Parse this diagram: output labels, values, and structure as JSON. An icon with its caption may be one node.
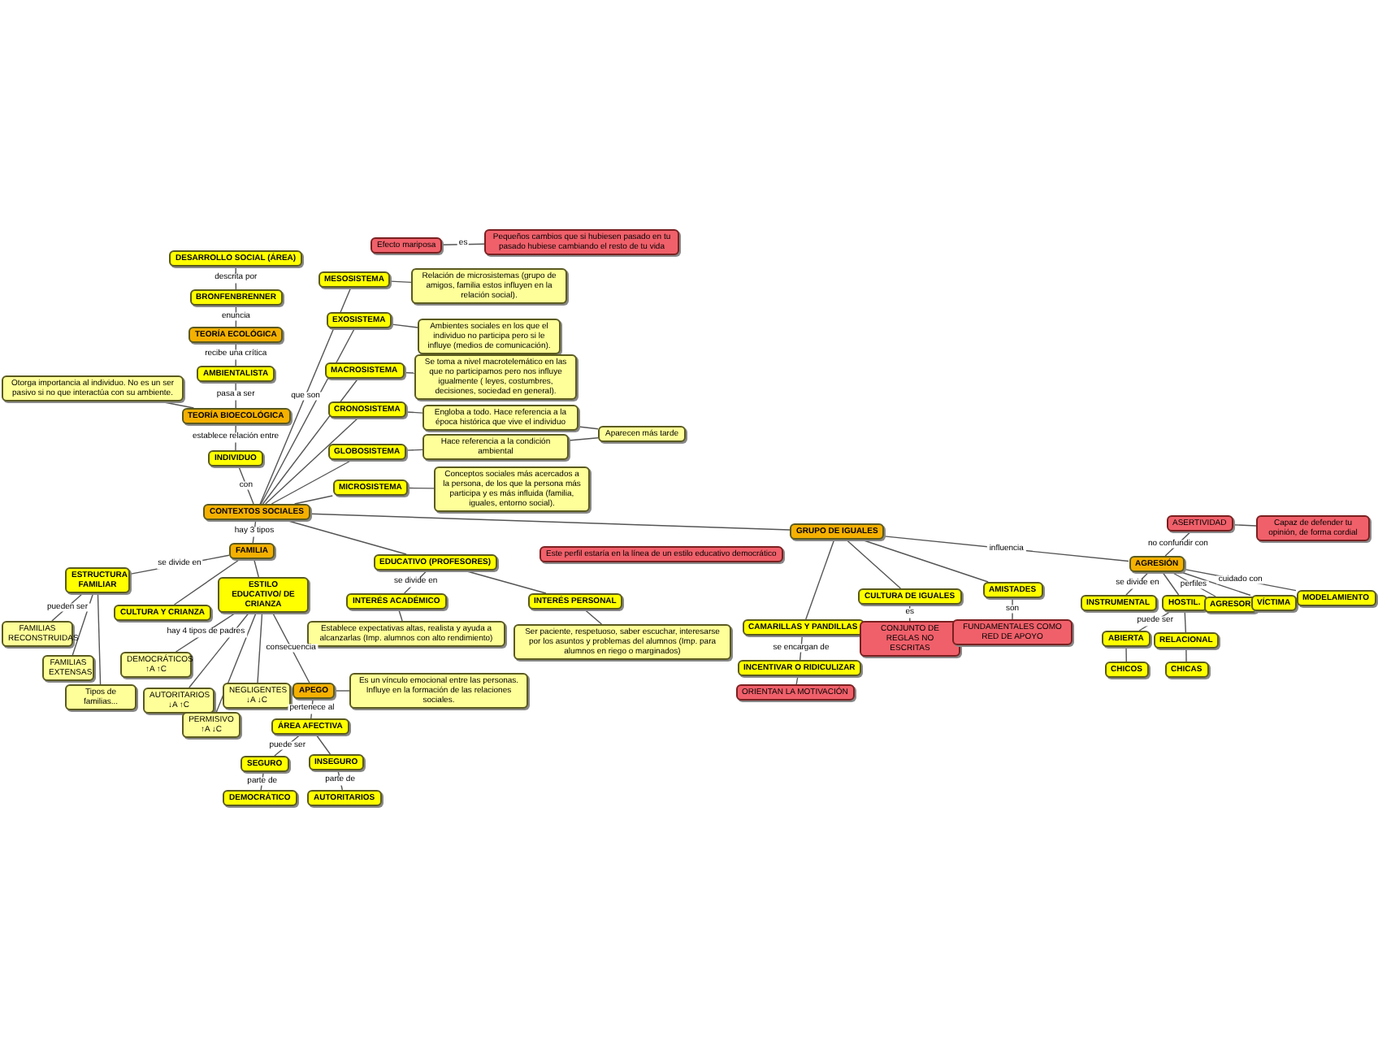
{
  "diagram": {
    "nodes": [
      {
        "text": [
          "DESARROLLO SOCIAL (ÁREA)"
        ]
      },
      {
        "text": [
          "BRONFENBRENNER"
        ]
      },
      {
        "text": [
          "TEORÍA ECOLÓGICA"
        ]
      },
      {
        "text": [
          "AMBIENTALISTA"
        ]
      },
      {
        "text": [
          "TEORÍA BIOECOLÓGICA"
        ]
      },
      {
        "text": [
          "Otorga importancia al individuo. No es un ser pasivo si no que interactúa con su ambiente."
        ]
      },
      {
        "text": [
          "INDIVIDUO"
        ]
      },
      {
        "text": [
          "CONTEXTOS SOCIALES"
        ]
      },
      {
        "text": [
          "Efecto mariposa"
        ]
      },
      {
        "text": [
          "Pequeños cambios que si hubiesen pasado en tu pasado hubiese cambiando el resto de tu vida"
        ]
      },
      {
        "text": [
          "MESOSISTEMA"
        ]
      },
      {
        "text": [
          "Relación de microsistemas (grupo de amigos, familia estos influyen en la relación social)."
        ]
      },
      {
        "text": [
          "EXOSISTEMA"
        ]
      },
      {
        "text": [
          "Ambientes sociales en los que el individuo no participa pero si le influye (medios de comunicación)."
        ]
      },
      {
        "text": [
          "MACROSISTEMA"
        ]
      },
      {
        "text": [
          "Se toma a nivel macrotelemático en las que no participamos pero nos influye igualmente ( leyes, costumbres, decisiones, sociedad en general)."
        ]
      },
      {
        "text": [
          "CRONOSISTEMA"
        ]
      },
      {
        "text": [
          "Engloba a todo. Hace referencia a la época histórica que vive el individuo"
        ]
      },
      {
        "text": [
          "Aparecen más tarde"
        ]
      },
      {
        "text": [
          "GLOBOSISTEMA"
        ]
      },
      {
        "text": [
          "Hace referencia a la condición ambiental"
        ]
      },
      {
        "text": [
          "MICROSISTEMA"
        ]
      },
      {
        "text": [
          "Conceptos sociales más acercados a la persona, de los que la persona más participa y es más influida (familia, iguales, entorno social)."
        ]
      },
      {
        "text": [
          "FAMILIA"
        ]
      },
      {
        "text": [
          "ESTRUCTURA FAMILIAR"
        ]
      },
      {
        "text": [
          "CULTURA Y CRIANZA"
        ]
      },
      {
        "text": [
          "ESTILO EDUCATIVO/ DE CRIANZA"
        ]
      },
      {
        "text": [
          "FAMILIAS RECONSTRUIDAS"
        ]
      },
      {
        "text": [
          "FAMILIAS EXTENSAS"
        ]
      },
      {
        "text": [
          "Tipos de familias..."
        ]
      },
      {
        "text": [
          "DEMOCRÁTICOS ↑A ↑C"
        ]
      },
      {
        "text": [
          "AUTORITARIOS ↓A ↑C"
        ]
      },
      {
        "text": [
          "NEGLIGENTES ↓A ↓C"
        ]
      },
      {
        "text": [
          "PERMISIVO ↑A ↓C"
        ]
      },
      {
        "text": [
          "APEGO"
        ]
      },
      {
        "text": [
          "Es un vínculo emocional entre las personas. Influye en la formación de las relaciones sociales."
        ]
      },
      {
        "text": [
          "ÁREA AFECTIVA"
        ]
      },
      {
        "text": [
          "SEGURO"
        ]
      },
      {
        "text": [
          "INSEGURO"
        ]
      },
      {
        "text": [
          "DEMOCRÁTICO"
        ]
      },
      {
        "text": [
          "AUTORITARIOS"
        ]
      },
      {
        "text": [
          "EDUCATIVO (PROFESORES)"
        ]
      },
      {
        "text": [
          "Este perfil estaría en la línea de un estilo educativo democrático"
        ]
      },
      {
        "text": [
          "INTERÉS ACADÉMICO"
        ]
      },
      {
        "text": [
          "INTERÉS PERSONAL"
        ]
      },
      {
        "text": [
          "Establece expectativas altas, realista y ayuda a alcanzarlas (Imp. alumnos con alto rendimiento)"
        ]
      },
      {
        "text": [
          "Ser paciente, respetuoso, saber escuchar, interesarse por los asuntos y problemas del alumnos (Imp. para alumnos en riego o marginados)"
        ]
      },
      {
        "text": [
          "GRUPO DE IGUALES"
        ]
      },
      {
        "text": [
          "CAMARILLAS Y PANDILLAS"
        ]
      },
      {
        "text": [
          "INCENTIVAR O RIDICULIZAR"
        ]
      },
      {
        "text": [
          "ORIENTAN LA MOTIVACIÓN"
        ]
      },
      {
        "text": [
          "CULTURA DE IGUALES"
        ]
      },
      {
        "text": [
          "CONJUNTO DE REGLAS NO ESCRITAS"
        ]
      },
      {
        "text": [
          "AMISTADES"
        ]
      },
      {
        "text": [
          "FUNDAMENTALES COMO RED DE APOYO"
        ]
      },
      {
        "text": [
          "ASERTIVIDAD"
        ]
      },
      {
        "text": [
          "Capaz de defender tu opinión, de forma cordial"
        ]
      },
      {
        "text": [
          "AGRESIÓN"
        ]
      },
      {
        "text": [
          "INSTRUMENTAL"
        ]
      },
      {
        "text": [
          "HOSTIL."
        ]
      },
      {
        "text": [
          "AGRESOR"
        ]
      },
      {
        "text": [
          "VÍCTIMA"
        ]
      },
      {
        "text": [
          "MODELAMIENTO"
        ]
      },
      {
        "text": [
          "ABIERTA"
        ]
      },
      {
        "text": [
          "RELACIONAL"
        ]
      },
      {
        "text": [
          "CHICOS"
        ]
      },
      {
        "text": [
          "CHICAS"
        ]
      }
    ],
    "edges": [
      {
        "from": 0,
        "to": 1,
        "arrow": "none",
        "label": "descrita por"
      },
      {
        "from": 1,
        "to": 2,
        "arrow": "none",
        "label": "enuncia"
      },
      {
        "from": 2,
        "to": 3,
        "arrow": "none",
        "label": "recibe una crítica"
      },
      {
        "from": 3,
        "to": 4,
        "arrow": "none",
        "label": "pasa a ser"
      },
      {
        "from": 4,
        "to": 5,
        "arrow": "none"
      },
      {
        "from": 4,
        "to": 6,
        "arrow": "none",
        "label": "establece relación entre"
      },
      {
        "from": 6,
        "to": 7,
        "arrow": "none",
        "label": "con"
      },
      {
        "from": 7,
        "to": 10,
        "arrow": "none",
        "label": "que son"
      },
      {
        "from": 7,
        "to": 12,
        "arrow": "none"
      },
      {
        "from": 7,
        "to": 14,
        "arrow": "none"
      },
      {
        "from": 7,
        "to": 16,
        "arrow": "none"
      },
      {
        "from": 7,
        "to": 19,
        "arrow": "none"
      },
      {
        "from": 7,
        "to": 21,
        "arrow": "none"
      },
      {
        "from": 8,
        "to": 9,
        "arrow": "none",
        "label": "es"
      },
      {
        "from": 10,
        "to": 11,
        "arrow": "none"
      },
      {
        "from": 12,
        "to": 13,
        "arrow": "none"
      },
      {
        "from": 14,
        "to": 15,
        "arrow": "none"
      },
      {
        "from": 16,
        "to": 17,
        "arrow": "none"
      },
      {
        "from": 17,
        "to": 18,
        "arrow": "none"
      },
      {
        "from": 19,
        "to": 20,
        "arrow": "none"
      },
      {
        "from": 20,
        "to": 18,
        "arrow": "none"
      },
      {
        "from": 21,
        "to": 22,
        "arrow": "none"
      },
      {
        "from": 7,
        "to": 23,
        "arrow": "none",
        "label": "hay 3 tipos"
      },
      {
        "from": 7,
        "to": 41,
        "arrow": "none"
      },
      {
        "from": 7,
        "to": 47,
        "arrow": "none"
      },
      {
        "from": 23,
        "to": 24,
        "arrow": "none",
        "label": "se divide en"
      },
      {
        "from": 23,
        "to": 25,
        "arrow": "none"
      },
      {
        "from": 23,
        "to": 26,
        "arrow": "none"
      },
      {
        "from": 24,
        "to": 27,
        "arrow": "none",
        "label": "pueden ser"
      },
      {
        "from": 24,
        "to": 28,
        "arrow": "none"
      },
      {
        "from": 24,
        "to": 29,
        "arrow": "none"
      },
      {
        "from": 26,
        "to": 30,
        "arrow": "none",
        "label": "hay 4 tipos de padres"
      },
      {
        "from": 26,
        "to": 31,
        "arrow": "none"
      },
      {
        "from": 26,
        "to": 32,
        "arrow": "none"
      },
      {
        "from": 26,
        "to": 33,
        "arrow": "none"
      },
      {
        "from": 26,
        "to": 34,
        "arrow": "none",
        "label": "consecuencia"
      },
      {
        "from": 34,
        "to": 35,
        "arrow": "none"
      },
      {
        "from": 34,
        "to": 36,
        "arrow": "none",
        "label": "pertenece al"
      },
      {
        "from": 36,
        "to": 37,
        "arrow": "none",
        "label": "puede ser"
      },
      {
        "from": 36,
        "to": 38,
        "arrow": "none"
      },
      {
        "from": 37,
        "to": 39,
        "arrow": "none",
        "label": "parte de"
      },
      {
        "from": 38,
        "to": 40,
        "arrow": "none",
        "label": "parte de"
      },
      {
        "from": 41,
        "to": 43,
        "arrow": "none",
        "label": "se divide en"
      },
      {
        "from": 41,
        "to": 44,
        "arrow": "none"
      },
      {
        "from": 43,
        "to": 45,
        "arrow": "none"
      },
      {
        "from": 44,
        "to": 46,
        "arrow": "none"
      },
      {
        "from": 47,
        "to": 48,
        "arrow": "none"
      },
      {
        "from": 47,
        "to": 51,
        "arrow": "none"
      },
      {
        "from": 47,
        "to": 53,
        "arrow": "none"
      },
      {
        "from": 47,
        "to": 57,
        "arrow": "none",
        "label": "influencia"
      },
      {
        "from": 48,
        "to": 49,
        "arrow": "none",
        "label": "se encargan de"
      },
      {
        "from": 49,
        "to": 50,
        "arrow": "none"
      },
      {
        "from": 51,
        "to": 52,
        "arrow": "none",
        "label": "es"
      },
      {
        "from": 53,
        "to": 54,
        "arrow": "none",
        "label": "son"
      },
      {
        "from": 55,
        "to": 56,
        "arrow": "none"
      },
      {
        "from": 55,
        "to": 57,
        "arrow": "none",
        "label": "no confundir con"
      },
      {
        "from": 57,
        "to": 58,
        "arrow": "none",
        "label": "se divide en"
      },
      {
        "from": 57,
        "to": 59,
        "arrow": "none"
      },
      {
        "from": 57,
        "to": 60,
        "arrow": "none",
        "label": "perfiles"
      },
      {
        "from": 57,
        "to": 61,
        "arrow": "none"
      },
      {
        "from": 57,
        "to": 62,
        "arrow": "none",
        "label": "cuidado con"
      },
      {
        "from": 59,
        "to": 63,
        "arrow": "none",
        "label": "puede ser"
      },
      {
        "from": 59,
        "to": 64,
        "arrow": "none"
      },
      {
        "from": 63,
        "to": 65,
        "arrow": "none"
      },
      {
        "from": 64,
        "to": 66,
        "arrow": "none"
      }
    ]
  }
}
